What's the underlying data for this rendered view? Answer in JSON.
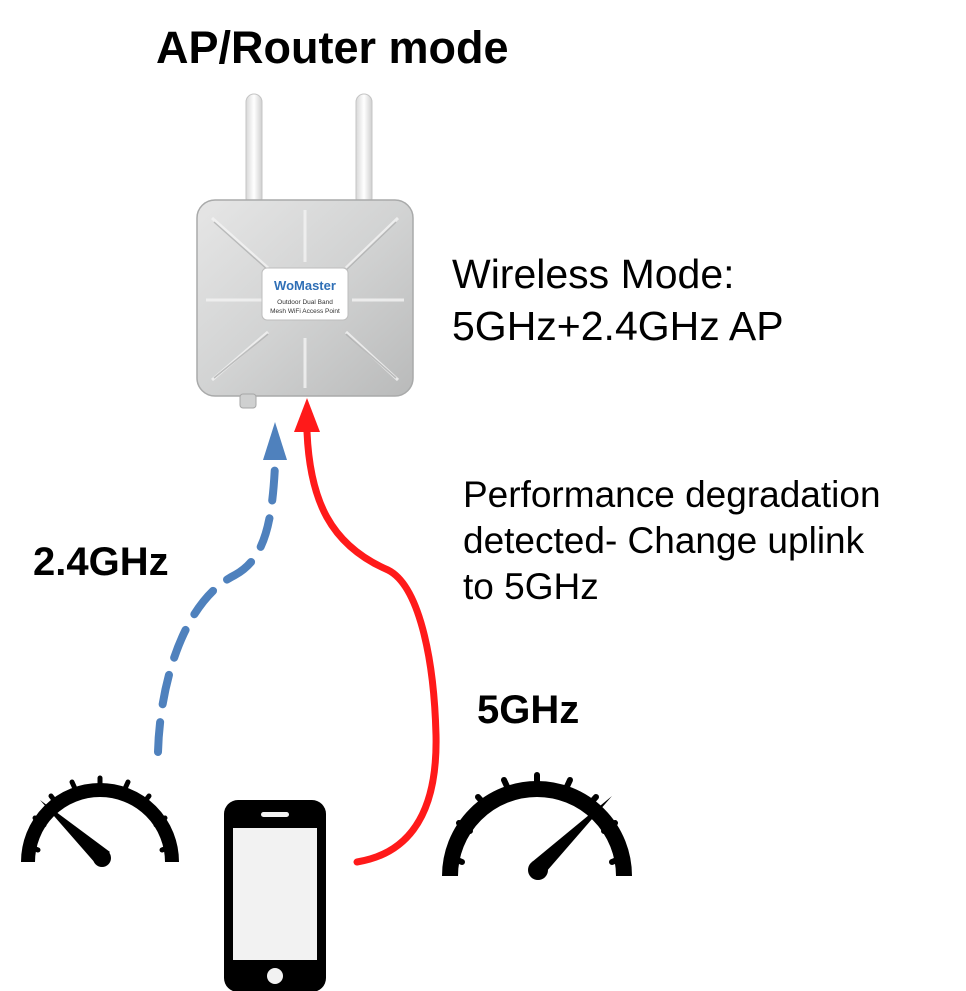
{
  "title": "AP/Router mode",
  "device": {
    "brand": "WoMaster",
    "label_line1": "Outdoor Dual Band",
    "label_line2": "Mesh WiFi Access Point"
  },
  "wireless_mode": {
    "line1": "Wireless Mode:",
    "line2": "5GHz+2.4GHz AP"
  },
  "note": {
    "line1": "Performance degradation",
    "line2": "detected- Change uplink",
    "line3": "to 5GHz"
  },
  "links": {
    "band_24": {
      "label": "2.4GHz",
      "color": "#4f81bd",
      "style": "dashed"
    },
    "band_5": {
      "label": "5GHz",
      "color": "#ff1a1a",
      "style": "solid"
    }
  },
  "icons": [
    "access-point-icon",
    "smartphone-icon",
    "speedometer-low-icon",
    "speedometer-high-icon"
  ]
}
